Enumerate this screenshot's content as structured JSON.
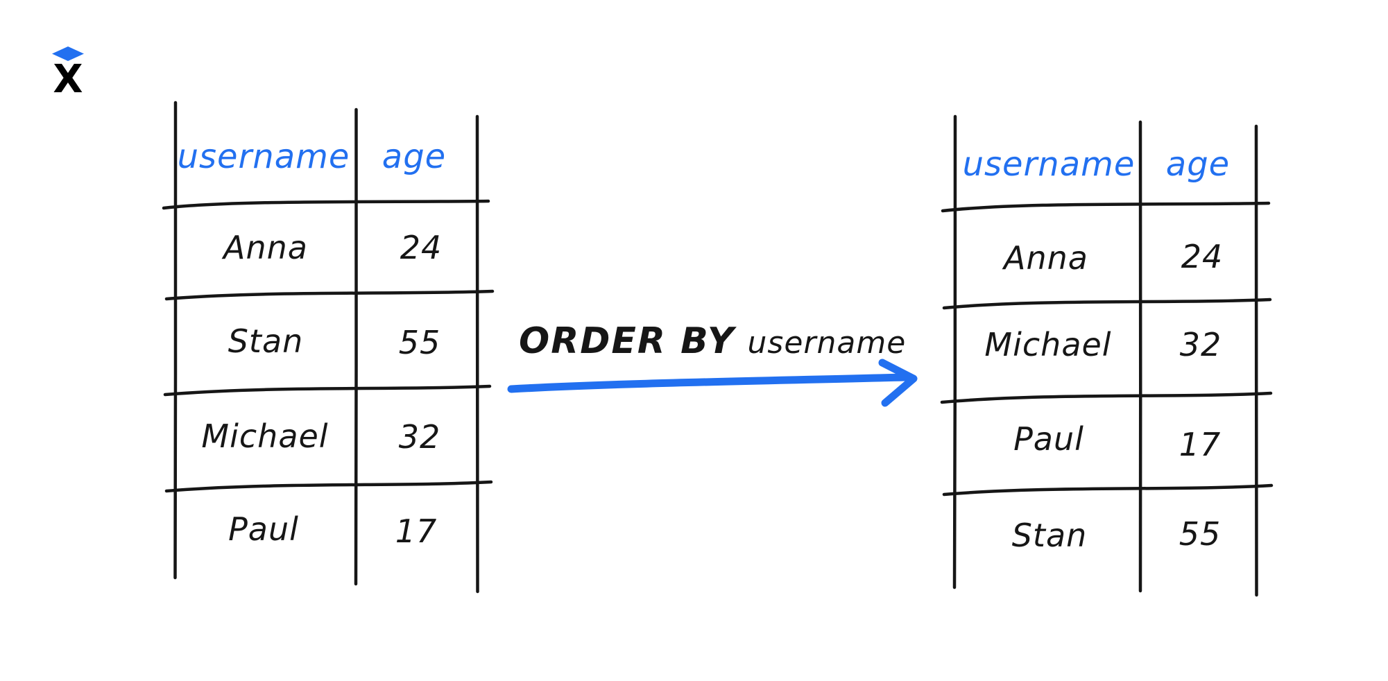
{
  "colors": {
    "accent_blue": "#2270F0",
    "ink": "#161616"
  },
  "logo": {
    "glyph": "X"
  },
  "left_table": {
    "headers": [
      "username",
      "age"
    ],
    "rows": [
      {
        "username": "Anna",
        "age": "24"
      },
      {
        "username": "Stan",
        "age": "55"
      },
      {
        "username": "Michael",
        "age": "32"
      },
      {
        "username": "Paul",
        "age": "17"
      }
    ]
  },
  "operation": {
    "keyword": "ORDER BY",
    "argument": "username"
  },
  "right_table": {
    "headers": [
      "username",
      "age"
    ],
    "rows": [
      {
        "username": "Anna",
        "age": "24"
      },
      {
        "username": "Michael",
        "age": "32"
      },
      {
        "username": "Paul",
        "age": "17"
      },
      {
        "username": "Stan",
        "age": "55"
      }
    ]
  }
}
